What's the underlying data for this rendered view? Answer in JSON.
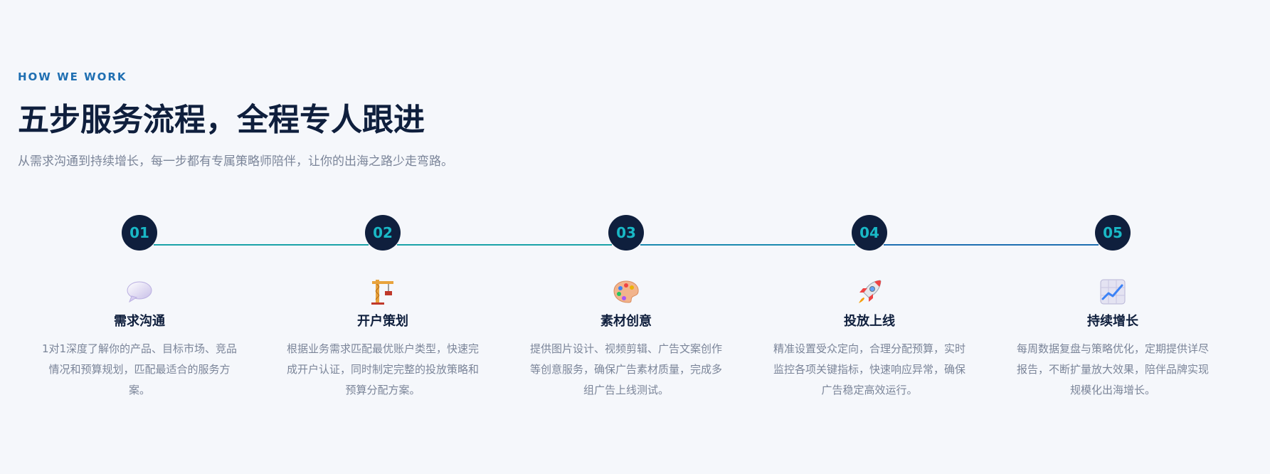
{
  "header": {
    "eyebrow": "HOW WE WORK",
    "title": "五步服务流程，全程专人跟进",
    "subtitle": "从需求沟通到持续增长，每一步都有专属策略师陪伴，让你的出海之路少走弯路。"
  },
  "colors": {
    "accent": "#1f6fb2",
    "teal": "#19b8c6",
    "navy": "#0f1f3d",
    "muted": "#7b8599",
    "background": "#f5f7fb"
  },
  "steps": [
    {
      "number": "01",
      "icon": "speech-bubble-icon",
      "title": "需求沟通",
      "desc": "1对1深度了解你的产品、目标市场、竞品情况和预算规划，匹配最适合的服务方案。"
    },
    {
      "number": "02",
      "icon": "crane-icon",
      "title": "开户策划",
      "desc": "根据业务需求匹配最优账户类型，快速完成开户认证，同时制定完整的投放策略和预算分配方案。"
    },
    {
      "number": "03",
      "icon": "palette-icon",
      "title": "素材创意",
      "desc": "提供图片设计、视频剪辑、广告文案创作等创意服务，确保广告素材质量，完成多组广告上线测试。"
    },
    {
      "number": "04",
      "icon": "rocket-icon",
      "title": "投放上线",
      "desc": "精准设置受众定向，合理分配预算，实时监控各项关键指标，快速响应异常，确保广告稳定高效运行。"
    },
    {
      "number": "05",
      "icon": "chart-increasing-icon",
      "title": "持续增长",
      "desc": "每周数据复盘与策略优化，定期提供详尽报告，不断扩量放大效果，陪伴品牌实现规模化出海增长。"
    }
  ]
}
